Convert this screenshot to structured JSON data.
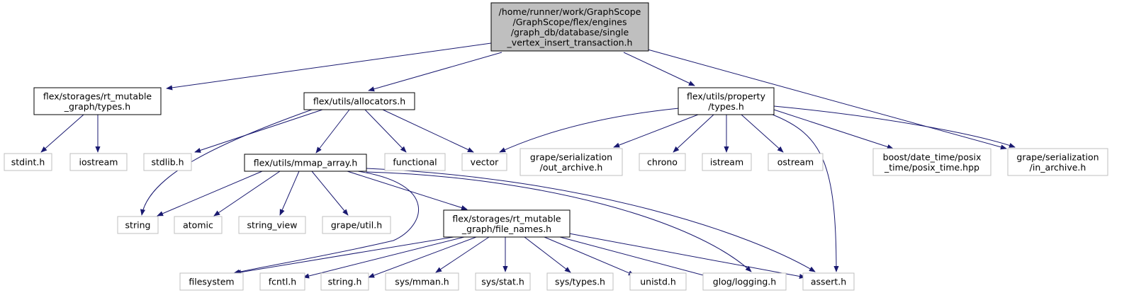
{
  "diagram": {
    "root": {
      "lines": [
        "/home/runner/work/GraphScope",
        "/GraphScope/flex/engines",
        "/graph_db/database/single",
        "_vertex_insert_transaction.h"
      ]
    },
    "nodes": {
      "rt_types": {
        "lines": [
          "flex/storages/rt_mutable",
          "_graph/types.h"
        ]
      },
      "allocators": {
        "lines": [
          "flex/utils/allocators.h"
        ]
      },
      "prop_types": {
        "lines": [
          "flex/utils/property",
          "/types.h"
        ]
      },
      "mmap_array": {
        "lines": [
          "flex/utils/mmap_array.h"
        ]
      },
      "file_names": {
        "lines": [
          "flex/storages/rt_mutable",
          "_graph/file_names.h"
        ]
      },
      "stdint": {
        "lines": [
          "stdint.h"
        ]
      },
      "iostream": {
        "lines": [
          "iostream"
        ]
      },
      "stdlib": {
        "lines": [
          "stdlib.h"
        ]
      },
      "functional": {
        "lines": [
          "functional"
        ]
      },
      "vector": {
        "lines": [
          "vector"
        ]
      },
      "out_archive": {
        "lines": [
          "grape/serialization",
          "/out_archive.h"
        ]
      },
      "chrono": {
        "lines": [
          "chrono"
        ]
      },
      "istream": {
        "lines": [
          "istream"
        ]
      },
      "ostream": {
        "lines": [
          "ostream"
        ]
      },
      "posix_time": {
        "lines": [
          "boost/date_time/posix",
          "_time/posix_time.hpp"
        ]
      },
      "in_archive": {
        "lines": [
          "grape/serialization",
          "/in_archive.h"
        ]
      },
      "string": {
        "lines": [
          "string"
        ]
      },
      "atomic": {
        "lines": [
          "atomic"
        ]
      },
      "string_view": {
        "lines": [
          "string_view"
        ]
      },
      "grape_util": {
        "lines": [
          "grape/util.h"
        ]
      },
      "filesystem": {
        "lines": [
          "filesystem"
        ]
      },
      "fcntl": {
        "lines": [
          "fcntl.h"
        ]
      },
      "string_h": {
        "lines": [
          "string.h"
        ]
      },
      "sys_mman": {
        "lines": [
          "sys/mman.h"
        ]
      },
      "sys_stat": {
        "lines": [
          "sys/stat.h"
        ]
      },
      "sys_types": {
        "lines": [
          "sys/types.h"
        ]
      },
      "unistd": {
        "lines": [
          "unistd.h"
        ]
      },
      "glog": {
        "lines": [
          "glog/logging.h"
        ]
      },
      "assert": {
        "lines": [
          "assert.h"
        ]
      }
    },
    "colors": {
      "edge": "#191970",
      "root_fill": "#bfbfbf",
      "node_border": "#000000",
      "system_border": "#bfbfbf",
      "text": "#000000"
    }
  }
}
